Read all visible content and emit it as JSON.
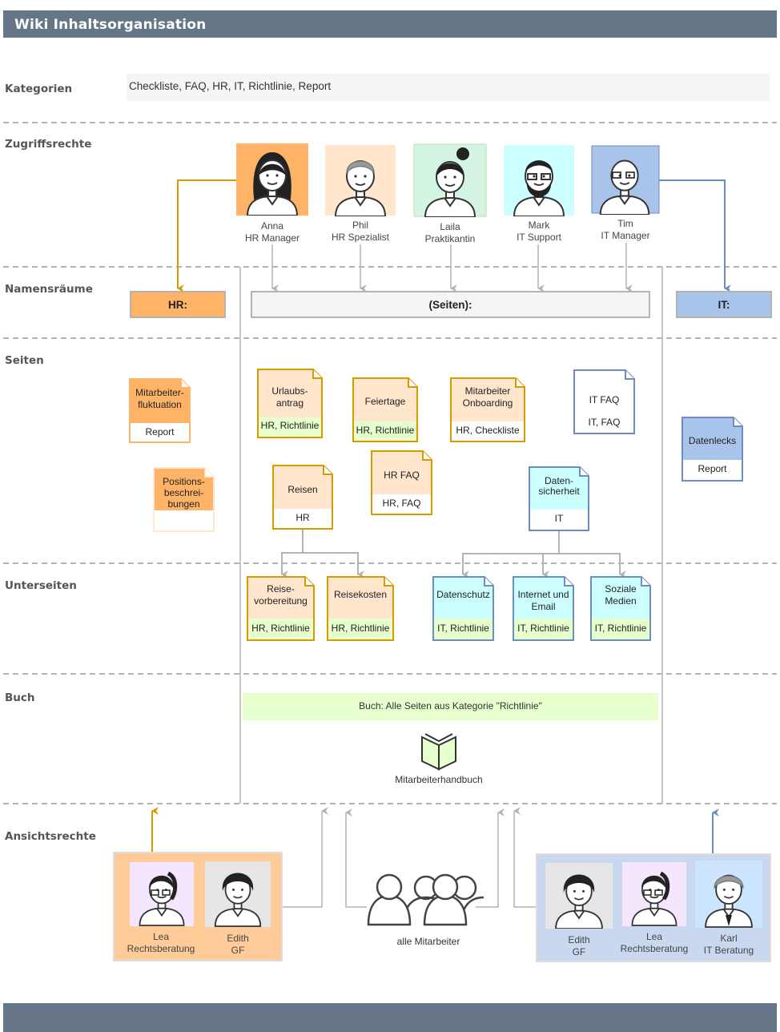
{
  "header": {
    "title": "Wiki Inhaltsorganisation"
  },
  "rows": {
    "kategorien": "Kategorien",
    "zugriffsrechte": "Zugriffsrechte",
    "namensraeume": "Namensräume",
    "seiten": "Seiten",
    "unterseiten": "Unterseiten",
    "buch": "Buch",
    "ansichtsrechte": "Ansichtsrechte"
  },
  "categories": {
    "text": "Checkliste, FAQ, HR, IT, Richtlinie, Report"
  },
  "editors": [
    {
      "name": "Anna",
      "role": "HR Manager"
    },
    {
      "name": "Phil",
      "role": "HR Spezialist"
    },
    {
      "name": "Laila",
      "role": "Praktikantin"
    },
    {
      "name": "Mark",
      "role": "IT Support"
    },
    {
      "name": "Tim",
      "role": "IT Manager"
    }
  ],
  "namespaces": {
    "hr": "HR:",
    "pages": "(Seiten):",
    "it": "IT:"
  },
  "pages": {
    "mitarbeiterfluktuation": {
      "title1": "Mitarbeiter-",
      "title2": "fluktuation",
      "tag": "Report"
    },
    "positionsbeschreibungen": {
      "title1": "Positions-",
      "title2": "beschrei-",
      "title3": "bungen",
      "tag": ""
    },
    "urlaubsantrag": {
      "title1": "Urlaubs-",
      "title2": "antrag",
      "tag": "HR, Richtlinie"
    },
    "feiertage": {
      "title1": "Feiertage",
      "tag": "HR, Richtlinie"
    },
    "onboarding": {
      "title1": "Mitarbeiter",
      "title2": "Onboarding",
      "tag": "HR, Checkliste"
    },
    "itfaq": {
      "title1": "IT FAQ",
      "tag": "IT, FAQ"
    },
    "datenlecks": {
      "title1": "Datenlecks",
      "tag": "Report"
    },
    "reisen": {
      "title1": "Reisen",
      "tag": "HR"
    },
    "hrfaq": {
      "title1": "HR FAQ",
      "tag": "HR, FAQ"
    },
    "datensicherheit": {
      "title1": "Daten-",
      "title2": "sicherheit",
      "tag": "IT"
    }
  },
  "subpages": {
    "reisevorbereitung": {
      "title1": "Reise-",
      "title2": "vorbereitung",
      "tag": "HR, Richtlinie"
    },
    "reisekosten": {
      "title1": "Reisekosten",
      "tag": "HR, Richtlinie"
    },
    "datenschutz": {
      "title1": "Datenschutz",
      "tag": "IT, Richtlinie"
    },
    "internet": {
      "title1": "Internet und",
      "title2": "Email",
      "tag": "IT, Richtlinie"
    },
    "sozialemedien": {
      "title1": "Soziale",
      "title2": "Medien",
      "tag": "IT, Richtlinie"
    }
  },
  "book": {
    "rule": "Buch: Alle Seiten aus Kategorie \"Richtlinie\"",
    "name": "Mitarbeiterhandbuch"
  },
  "viewers": {
    "hr_group": [
      {
        "name": "Lea",
        "role": "Rechtsberatung"
      },
      {
        "name": "Edith",
        "role": "GF"
      }
    ],
    "all": "alle Mitarbeiter",
    "it_group": [
      {
        "name": "Edith",
        "role": "GF"
      },
      {
        "name": "Lea",
        "role": "Rechtsberatung"
      },
      {
        "name": "Karl",
        "role": "IT Beratung"
      }
    ]
  },
  "colors": {
    "header": "#647687",
    "hr_fill": "#FFB366",
    "hr_stroke": "#D79B00",
    "hr_light": "#FFE6CC",
    "it_fill": "#A9C4EB",
    "it_stroke": "#6C8EBF",
    "cyan": "#CCFFFF",
    "green": "#E6FFCC",
    "gray_light": "#F5F5F5",
    "line_gray": "#B3B3B3",
    "orange_arrow": "#D79B00",
    "blue_arrow": "#6C8EBF"
  }
}
